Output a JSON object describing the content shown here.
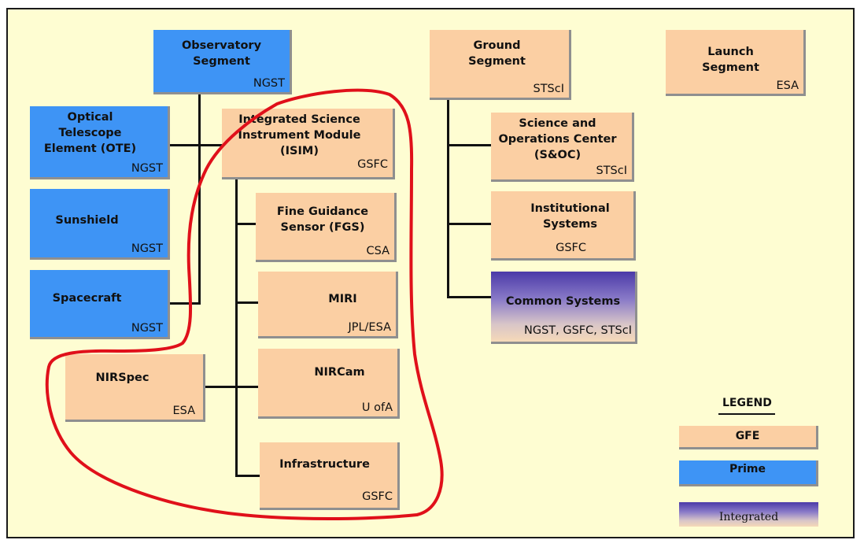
{
  "boxes": {
    "observatory": {
      "title": "Observatory\nSegment",
      "org": "NGST"
    },
    "ote": {
      "title": "Optical\nTelescope\nElement (OTE)",
      "org": "NGST"
    },
    "sunshield": {
      "title": "Sunshield",
      "org": "NGST"
    },
    "spacecraft": {
      "title": "Spacecraft",
      "org": "NGST"
    },
    "isim": {
      "title": "Integrated Science\nInstrument Module\n(ISIM)",
      "org": "GSFC"
    },
    "fgs": {
      "title": "Fine Guidance\nSensor (FGS)",
      "org": "CSA"
    },
    "miri": {
      "title": "MIRI",
      "org": "JPL/ESA"
    },
    "nirspec": {
      "title": "NIRSpec",
      "org": "ESA"
    },
    "nircam": {
      "title": "NIRCam",
      "org": "U ofA"
    },
    "infrastructure": {
      "title": "Infrastructure",
      "org": "GSFC"
    },
    "ground": {
      "title": "Ground\nSegment",
      "org": "STScI"
    },
    "soc": {
      "title": "Science and\nOperations Center\n(S&OC)",
      "org": "STScI"
    },
    "institutional": {
      "title": "Institutional\nSystems",
      "org": "GSFC"
    },
    "common": {
      "title": "Common Systems",
      "org": "NGST, GSFC, STScI"
    },
    "launch": {
      "title": "Launch\nSegment",
      "org": "ESA"
    }
  },
  "legend": {
    "title": "LEGEND",
    "gfe": "GFE",
    "prime": "Prime",
    "integrated": "Integrated"
  },
  "colors": {
    "gfe": "#fbcfa3",
    "prime": "#3e94f5",
    "integrated_top": "#4b3aa8",
    "highlight": "#e0101a",
    "background": "#fefdd2"
  }
}
